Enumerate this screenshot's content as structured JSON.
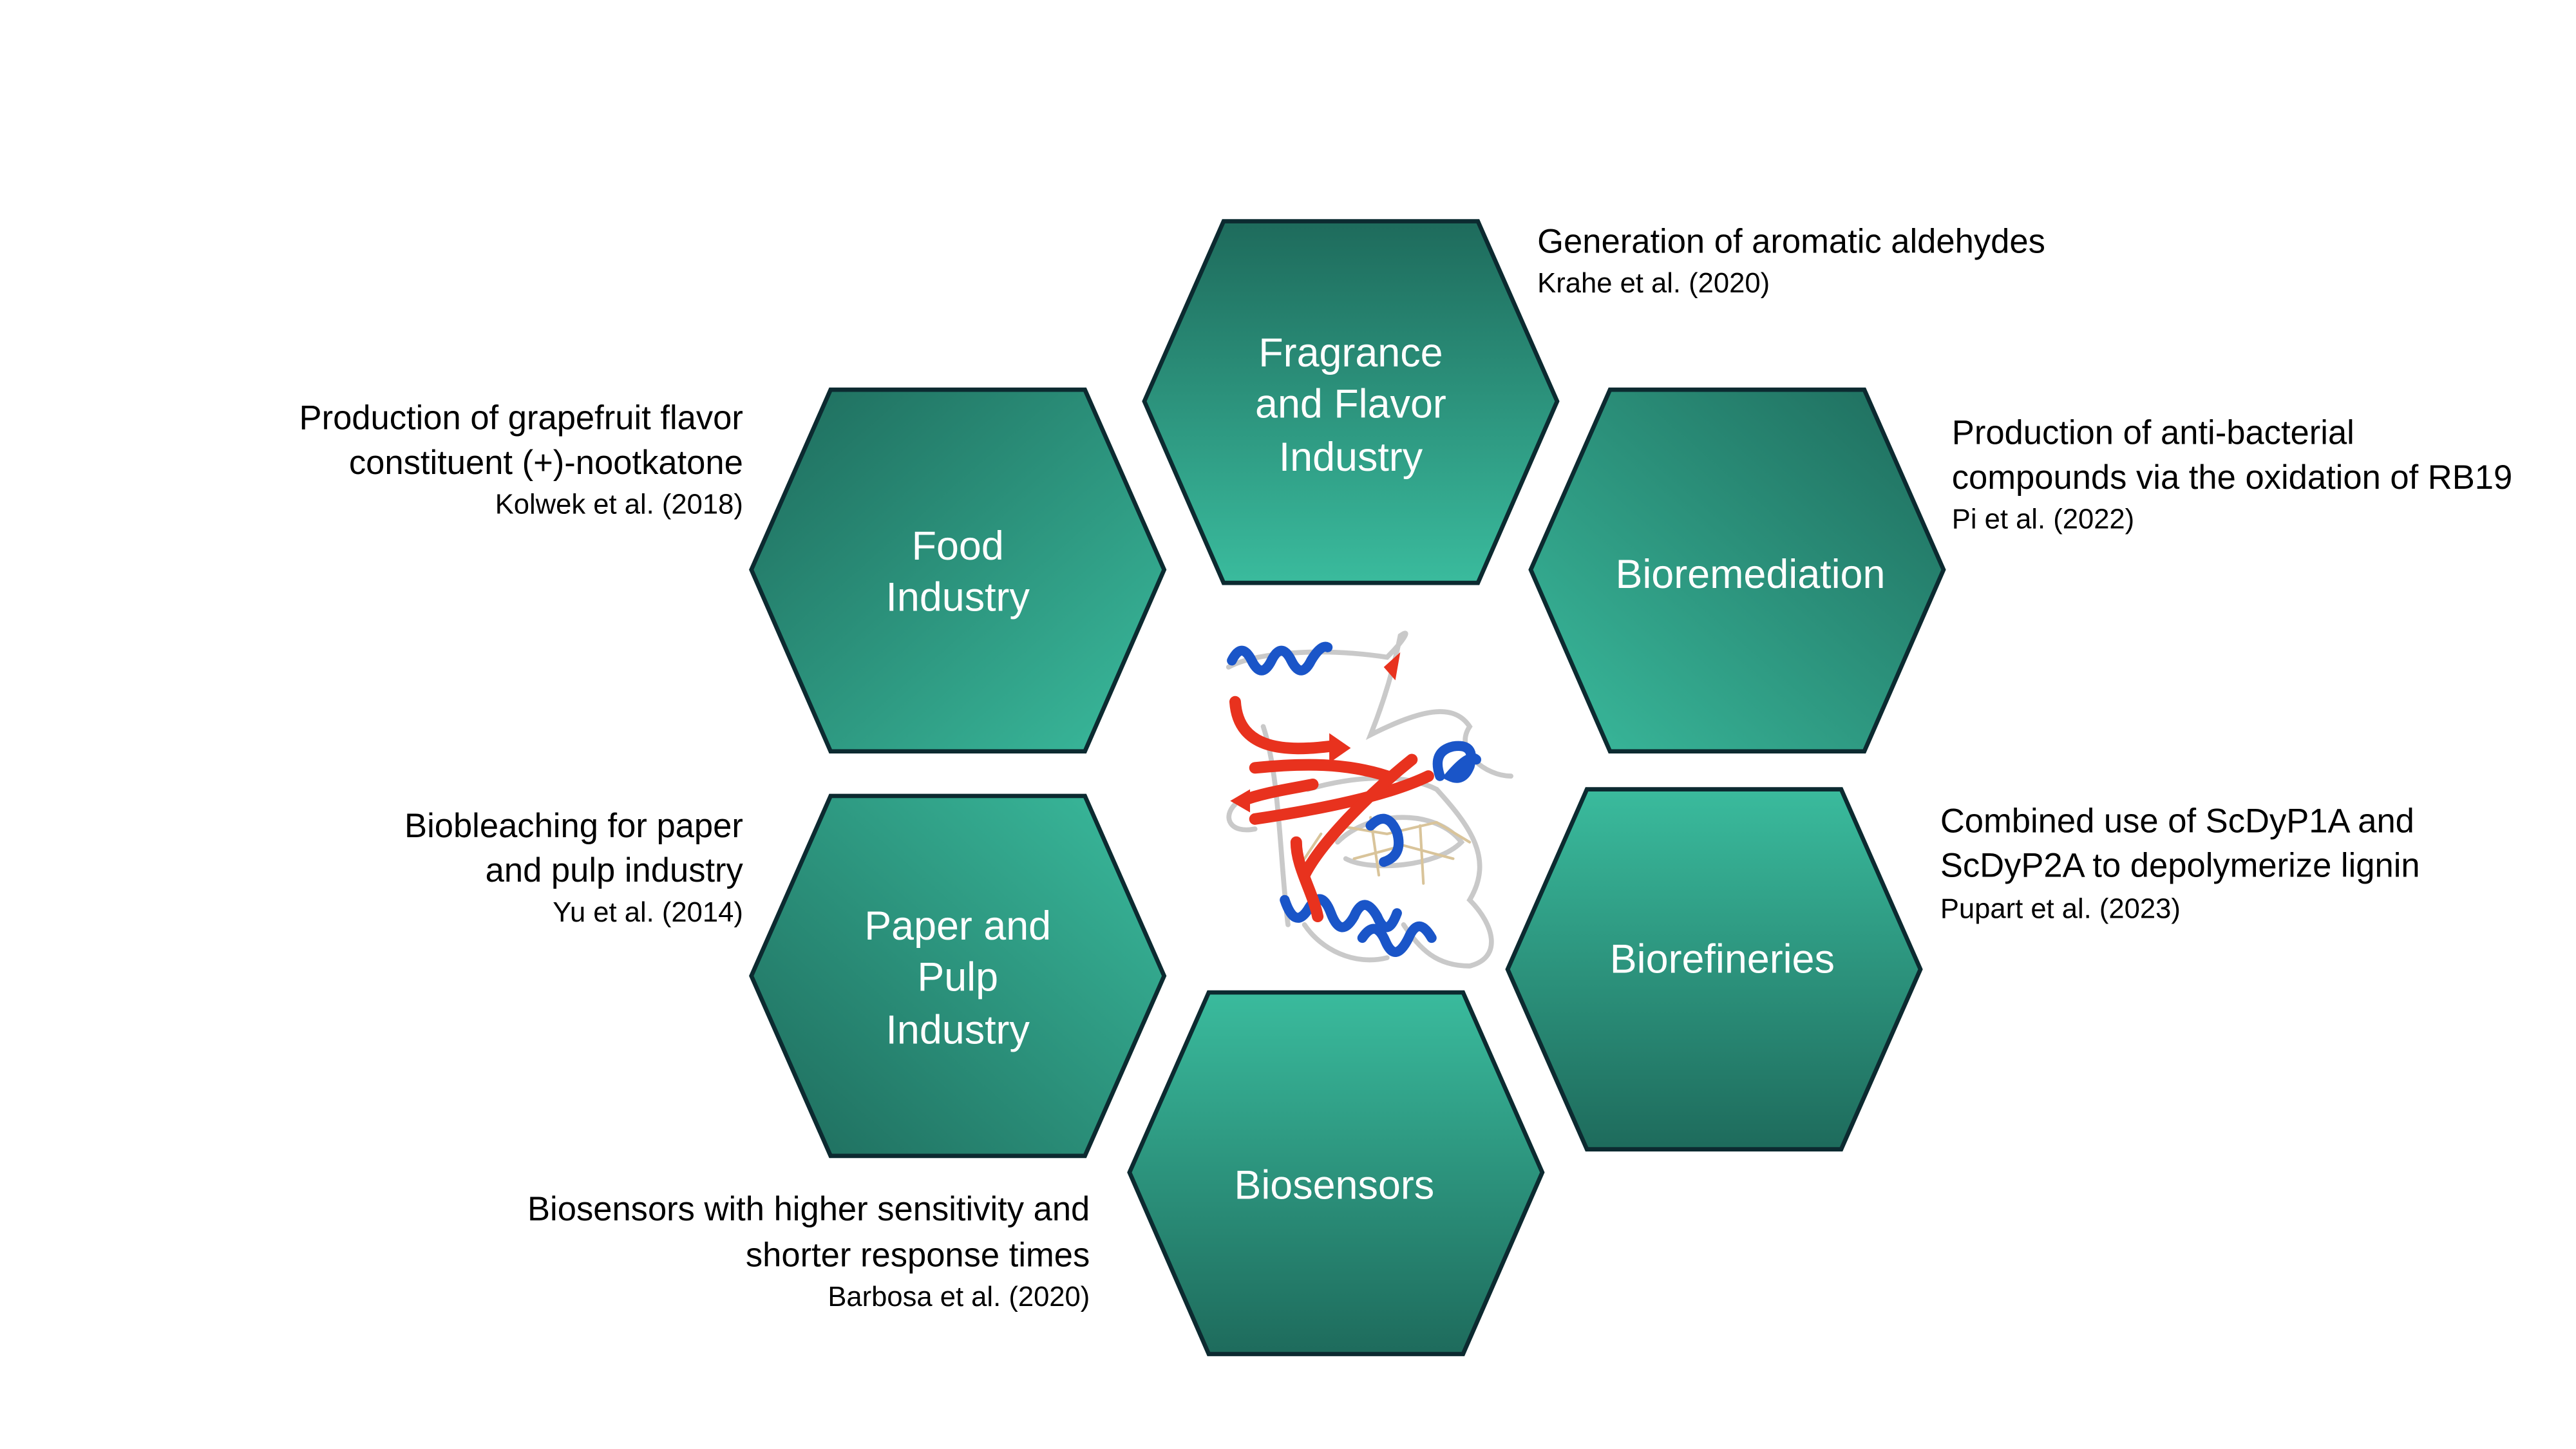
{
  "colors": {
    "hex_dark": "#1e6b5c",
    "hex_light": "#3abb9d",
    "hex_stroke": "#0c2a30",
    "helix": "#1a55c8",
    "strand": "#e8321e",
    "coil": "#c8c8c8"
  },
  "hexagons": [
    {
      "label_lines": [
        "Fragrance",
        "and Flavor",
        "Industry"
      ],
      "annotation_lines": [
        "Generation of aromatic aldehydes"
      ],
      "citation": "Krahe et al. (2020)"
    },
    {
      "label_lines": [
        "Food",
        "Industry"
      ],
      "annotation_lines": [
        "Production of grapefruit flavor",
        "constituent (+)-nootkatone"
      ],
      "citation": "Kolwek et al. (2018)"
    },
    {
      "label_lines": [
        "Bioremediation"
      ],
      "annotation_lines": [
        "Production of anti-bacterial",
        "compounds via the oxidation of RB19"
      ],
      "citation": "Pi et al. (2022)"
    },
    {
      "label_lines": [
        "Paper and",
        "Pulp",
        "Industry"
      ],
      "annotation_lines": [
        "Biobleaching for paper",
        "and pulp industry"
      ],
      "citation": "Yu et al. (2014)"
    },
    {
      "label_lines": [
        "Biorefineries"
      ],
      "annotation_lines": [
        "Combined use of ScDyP1A and",
        "ScDyP2A to depolymerize lignin"
      ],
      "citation": "Pupart et al. (2023)"
    },
    {
      "label_lines": [
        "Biosensors"
      ],
      "annotation_lines": [
        "Biosensors with higher sensitivity and",
        "shorter response times"
      ],
      "citation": "Barbosa et al. (2020)"
    }
  ]
}
